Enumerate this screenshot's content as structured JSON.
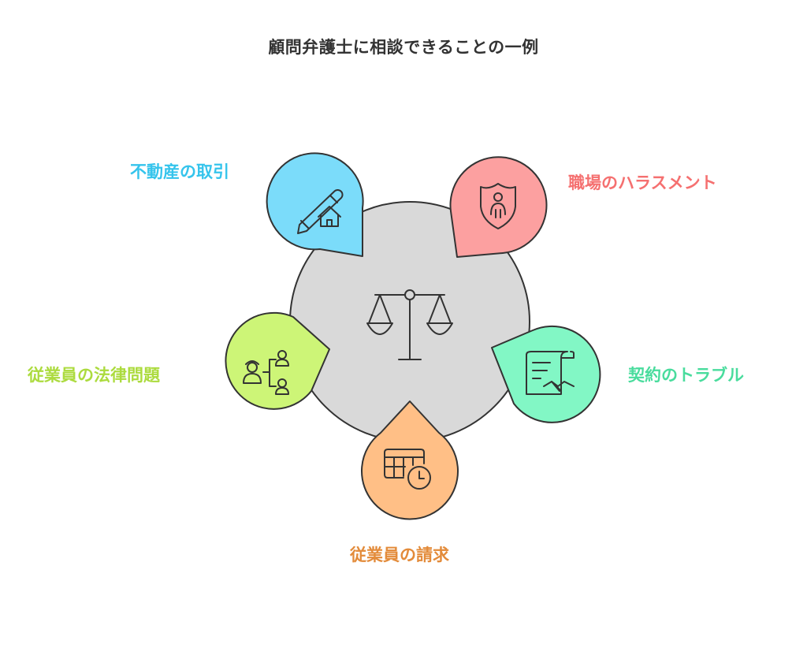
{
  "title": "顧問弁護士に相談できることの一例",
  "center": {
    "icon": "balance-scale-icon",
    "color": "#d9d9d9"
  },
  "items": [
    {
      "label": "不動産の取引",
      "icon": "pencil-house-icon",
      "color": "#7bdcfa",
      "label_color": "#35c4ec"
    },
    {
      "label": "職場のハラスメント",
      "icon": "shield-person-icon",
      "color": "#fca0a0",
      "label_color": "#f57070"
    },
    {
      "label": "契約のトラブル",
      "icon": "contract-handshake-icon",
      "color": "#82f7c5",
      "label_color": "#49dc9d"
    },
    {
      "label": "従業員の請求",
      "icon": "calendar-clock-icon",
      "color": "#ffbf86",
      "label_color": "#e38b3a"
    },
    {
      "label": "従業員の法律問題",
      "icon": "org-people-icon",
      "color": "#cdf577",
      "label_color": "#acdb3e"
    }
  ]
}
